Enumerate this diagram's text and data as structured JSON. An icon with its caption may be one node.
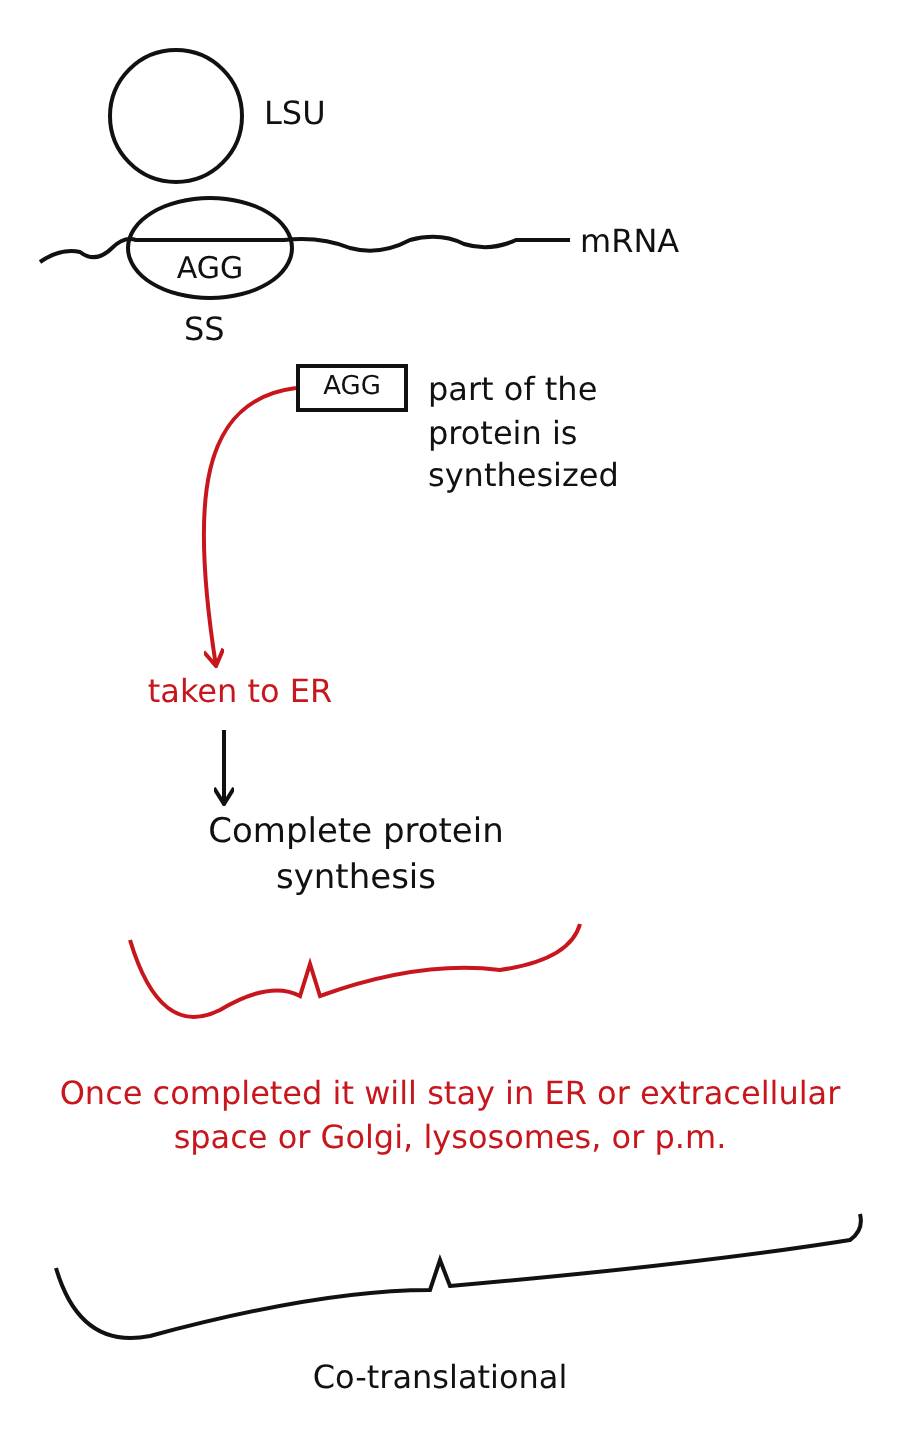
{
  "diagram": {
    "nodes": [
      {
        "text": [
          "AGG"
        ]
      },
      {
        "text": [
          "AGG"
        ],
        "beside": [
          "part of the protein is synthesized"
        ]
      },
      {
        "text": [
          "taken to ER"
        ]
      },
      {
        "text": [
          "Complete protein synthesis"
        ]
      }
    ],
    "edges": [
      {
        "from": 1,
        "to": 2,
        "arrow": "to",
        "color": "#c8161d"
      },
      {
        "from": 2,
        "to": 3,
        "arrow": "to",
        "color": "#111111"
      }
    ],
    "labels": [
      "LSU",
      "mRNA",
      "SS",
      "Once completed it will stay in ER or extracellular space or Golgi, lysosomes, or p.m.",
      "Co-translational"
    ]
  }
}
